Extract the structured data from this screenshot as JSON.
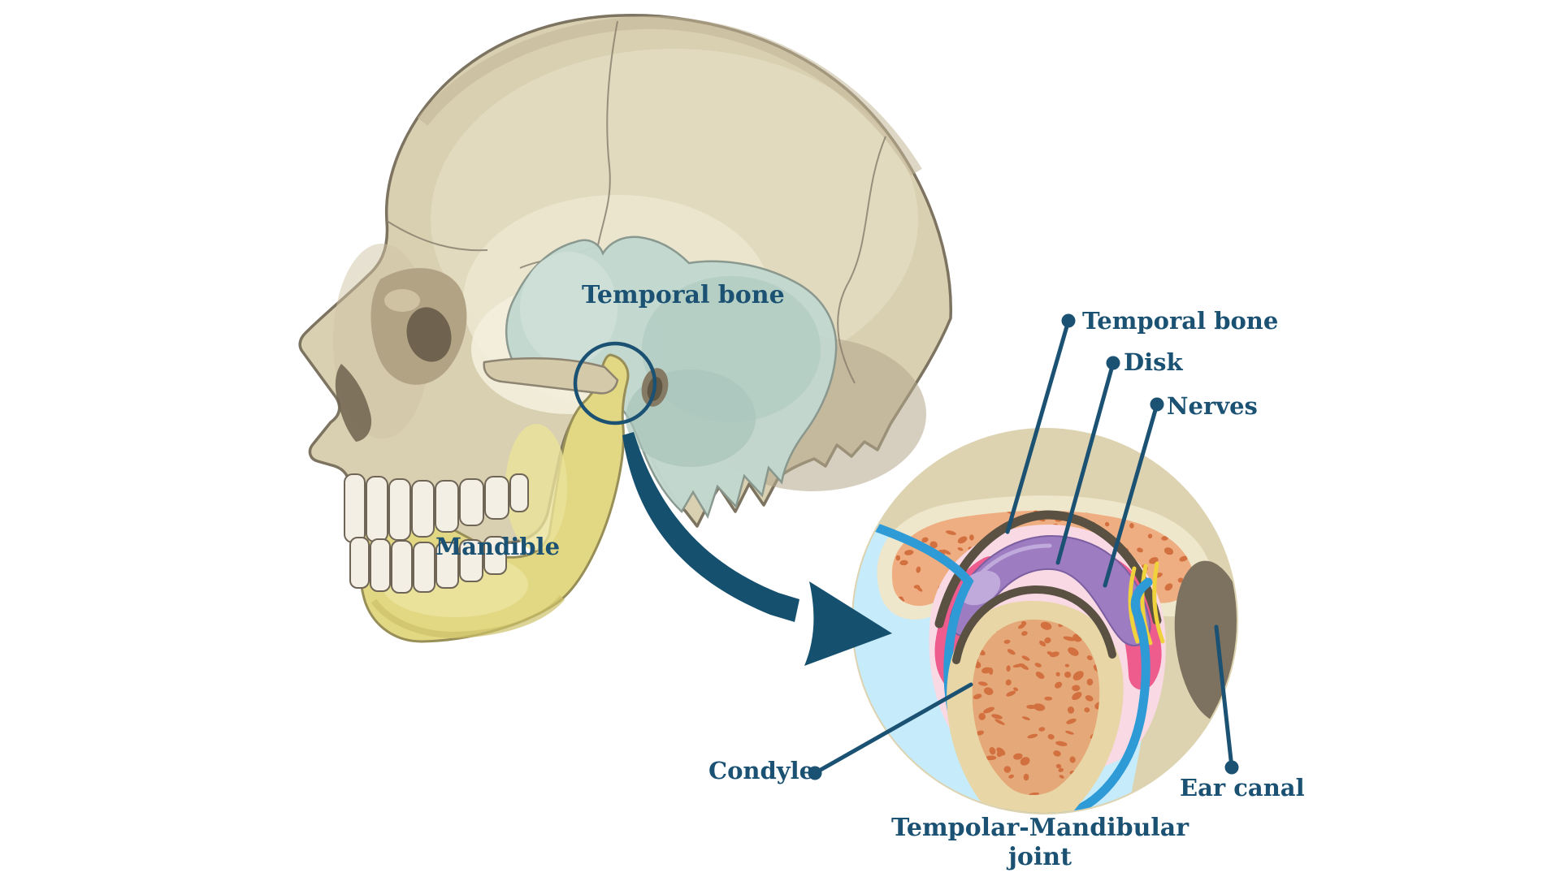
{
  "palette": {
    "label": "#1b5172",
    "navy": "#15506f",
    "skull_beige": "#d9cfb1",
    "skull_outline": "#7c7360",
    "temporal_blue": "#c2d8cf",
    "mandible_yellow": "#e2d883",
    "inset_bg": "#ddd3b0",
    "bone_cream": "#eee7cc",
    "bone_salmon": "#efae82",
    "bone_spots": "#d2703f",
    "pink_light": "#f9d9e4",
    "pink_dark": "#ee5b8d",
    "disk_purple": "#9d7cc1",
    "nerve_yellow": "#f0d23c",
    "cartilage_blue": "#2e9ad6",
    "sky_blue": "#c6ebfa",
    "ear_canal": "#7d7260"
  },
  "skull": {
    "labels": {
      "temporal_bone": "Temporal bone",
      "mandible": "Mandible"
    }
  },
  "inset": {
    "labels": {
      "temporal_bone": "Temporal bone",
      "disk": "Disk",
      "nerves": "Nerves",
      "condyle": "Condyle",
      "ear_canal": "Ear canal"
    },
    "caption": {
      "line1": "Tempolar-Mandibular",
      "line2": "joint"
    }
  }
}
